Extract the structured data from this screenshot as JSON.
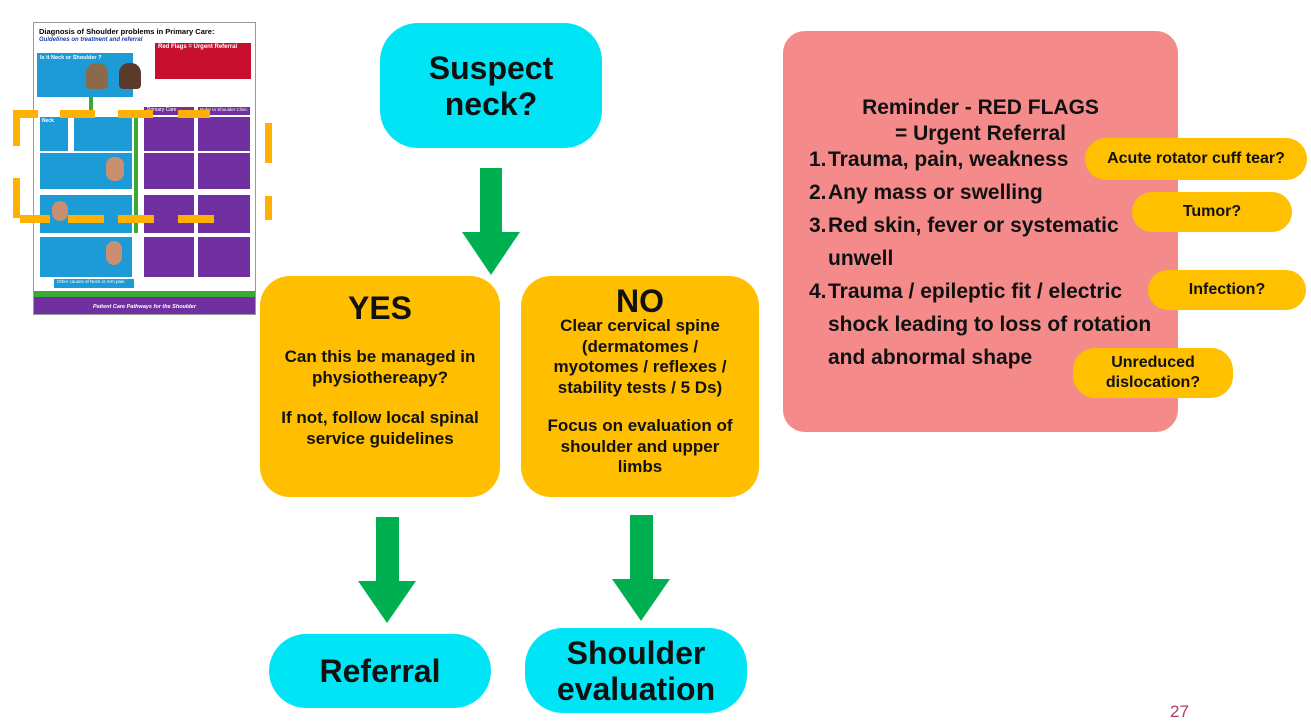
{
  "thumbnail": {
    "title": "Diagnosis of Shoulder problems in Primary Care:",
    "subtitle": "Guidelines on treatment and referral",
    "red_flags_heading": "Red Flags = Urgent Referral",
    "question": "Is it Neck or Shoulder ?",
    "col_primary": "Primary Care",
    "col_refer": "Refer to Shoulder Clinic",
    "row_neck": "Neck",
    "footer_link": "Other causes of Neck or Arm pain",
    "footer_caption": "Patient Care Pathways for the Shoulder"
  },
  "diagram": {
    "start": "Suspect neck?",
    "yes_heading": "YES",
    "yes_q": "Can this be managed in physiothereapy?",
    "yes_note": "If not, follow local spinal service guidelines",
    "no_heading": "NO",
    "no_text1": "Clear cervical spine (dermatomes / myotomes / reflexes / stability tests / 5 Ds)",
    "no_text2": "Focus on evaluation of shoulder and upper limbs",
    "referral": "Referral",
    "shoulder_eval": "Shoulder evaluation"
  },
  "red_flags": {
    "title_line1": "Reminder - RED FLAGS",
    "title_line2": "= Urgent Referral",
    "items": [
      {
        "num": "1.",
        "text": "Trauma, pain, weakness"
      },
      {
        "num": "2.",
        "text": "Any mass or swelling"
      },
      {
        "num": "3.",
        "text_l1": "Red skin, fever or systematic",
        "text_l2": "unwell"
      },
      {
        "num": "4.",
        "text_l1": "Trauma / epileptic fit / electric",
        "text_l2": "shock leading to loss of rotation",
        "text_l3": "and abnormal shape"
      }
    ],
    "tags": [
      "Acute rotator cuff tear?",
      "Tumor?",
      "Infection?",
      "Unreduced dislocation?"
    ]
  },
  "page_number": "27",
  "colors": {
    "cyan": "#00e5f5",
    "amber": "#ffbf00",
    "arrow_green": "#00b050",
    "panel_red": "#f48a8a"
  }
}
